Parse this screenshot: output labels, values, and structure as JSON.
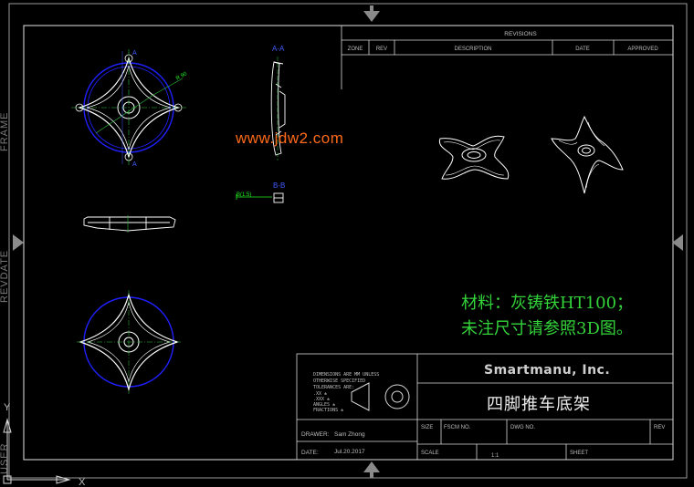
{
  "side_labels": {
    "frame": "FRAME",
    "revdate": "REVDATE",
    "user": "USER"
  },
  "watermark": "www.jdw2.com",
  "revisions": {
    "title": "REVISIONS",
    "col_zone": "ZONE",
    "col_rev": "REV",
    "col_description": "DESCRIPTION",
    "col_date": "DATE",
    "col_approved": "APPROVED"
  },
  "views": {
    "section_aa": "A-A",
    "section_bb": "B-B",
    "section_a_marker": "A",
    "dim_top": "R 90",
    "dim_green": "B(1:5)"
  },
  "notes": {
    "line1": "材料：灰铸铁HT100；",
    "line2": "未注尺寸请参照3D图。"
  },
  "title_block": {
    "company": "Smartmanu, Inc.",
    "part_name": "四脚推车底架",
    "tolerance_lines": [
      "DIMENSIONS ARE MM UNLESS",
      "OTHERWISE SPECIFIED",
      "TOLERANCES ARE:",
      ".XX ±",
      ".XXX ±",
      "ANGLES ±",
      "FRACTIONS ±"
    ],
    "drawer_label": "DRAWER:",
    "drawer_value": "Sam Zhong",
    "date_label": "DATE:",
    "date_value": "Jul.20.2017",
    "size_label": "SIZE",
    "fscm_label": "FSCM NO.",
    "dwg_label": "DWG NO.",
    "rev_label": "REV",
    "scale_label": "SCALE",
    "scale_value": "1:1",
    "sheet_label": "SHEET"
  },
  "ucs": {
    "x": "X",
    "y": "Y"
  },
  "colors": {
    "background": "#000000",
    "frame": "#e6e6e6",
    "geometry": "#ffffff",
    "circle": "#2020ff",
    "centerline": "#30c040",
    "dimension": "#22ee22",
    "label": "#3d5bff",
    "watermark": "#ff6a1a",
    "note": "#33d33a"
  },
  "icons": [
    "centering-arrow-icon",
    "third-angle-projection-icon",
    "ucs-icon"
  ]
}
